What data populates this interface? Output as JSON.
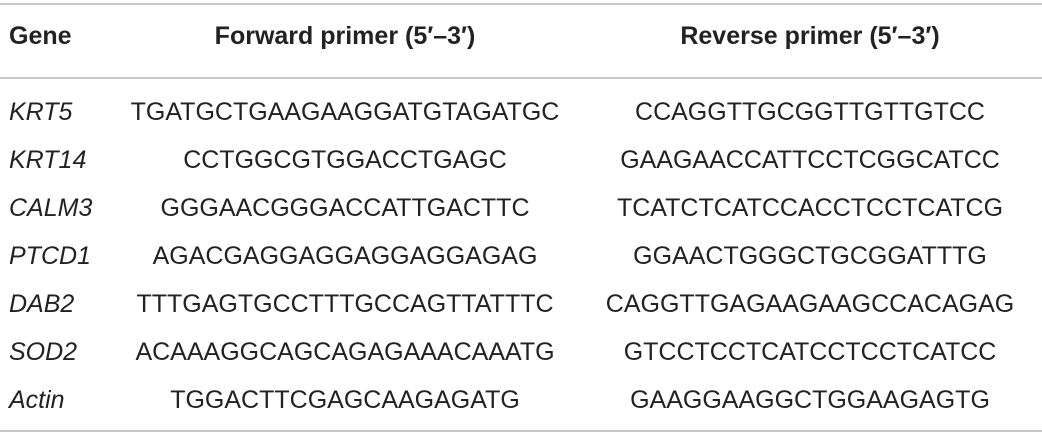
{
  "table": {
    "headers": {
      "gene": "Gene",
      "forward": "Forward primer (5′–3′)",
      "reverse": "Reverse primer (5′–3′)"
    },
    "rows": [
      {
        "gene": "KRT5",
        "forward": "TGATGCTGAAGAAGGATGTAGATGC",
        "reverse": "CCAGGTTGCGGTTGTTGTCC"
      },
      {
        "gene": "KRT14",
        "forward": "CCTGGCGTGGACCTGAGC",
        "reverse": "GAAGAACCATTCCTCGGCATCC"
      },
      {
        "gene": "CALM3",
        "forward": "GGGAACGGGACCATTGACTTC",
        "reverse": "TCATCTCATCCACCTCCTCATCG"
      },
      {
        "gene": "PTCD1",
        "forward": "AGACGAGGAGGAGGAGGAGAG",
        "reverse": "GGAACTGGGCTGCGGATTTG"
      },
      {
        "gene": "DAB2",
        "forward": "TTTGAGTGCCTTTGCCAGTTATTTC",
        "reverse": "CAGGTTGAGAAGAAGCCACAGAG"
      },
      {
        "gene": "SOD2",
        "forward": "ACAAAGGCAGCAGAGAAACAAATG",
        "reverse": "GTCCTCCTCATCCTCCTCATCC"
      },
      {
        "gene": "Actin",
        "forward": "TGGACTTCGAGCAAGAGATG",
        "reverse": "GAAGGAAGGCTGGAAGAGTG"
      }
    ]
  }
}
